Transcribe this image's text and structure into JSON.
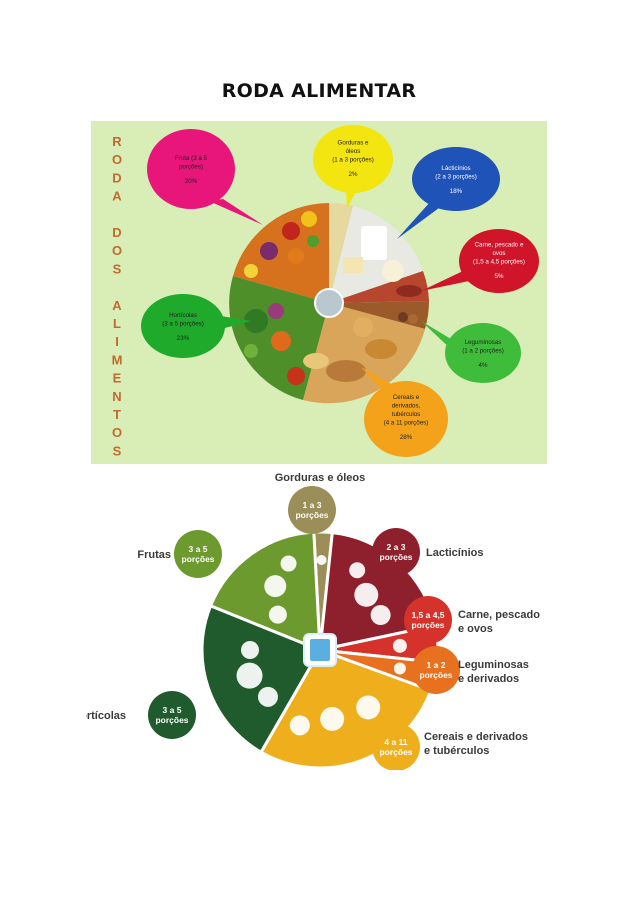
{
  "page": {
    "title": "RODA ALIMENTAR"
  },
  "figure1": {
    "vertical_letters": [
      "R",
      "O",
      "D",
      "A",
      "",
      "D",
      "O",
      "S",
      "",
      "A",
      "L",
      "I",
      "M",
      "E",
      "N",
      "T",
      "O",
      "S"
    ],
    "bubbles": [
      {
        "key": "frutas",
        "lines": [
          "Fruta (3 a 5",
          "porções)"
        ],
        "pct": "20%",
        "color": "#e8157b",
        "text": "#222"
      },
      {
        "key": "gorduras",
        "lines": [
          "Gorduras e",
          "óleos",
          "(1 a 3 porções)"
        ],
        "pct": "2%",
        "color": "#f3e50f",
        "text": "#222"
      },
      {
        "key": "lacticinios",
        "lines": [
          "Lácticínios",
          "(2 a 3 porções)"
        ],
        "pct": "18%",
        "color": "#1f53b8",
        "text": "#ffffff"
      },
      {
        "key": "carne",
        "lines": [
          "Carne, pescado e",
          "ovos",
          "(1,5 a 4,5 porções)"
        ],
        "pct": "5%",
        "color": "#d0142a",
        "text": "#ffffff"
      },
      {
        "key": "leguminosas",
        "lines": [
          "Leguminosas",
          "(1 a 2 porções)"
        ],
        "pct": "4%",
        "color": "#3fbd3a",
        "text": "#222"
      },
      {
        "key": "cereais",
        "lines": [
          "Cereais e",
          "derivados,",
          "tubérculos",
          "(4 a 11 porções)"
        ],
        "pct": "28%",
        "color": "#f3a21a",
        "text": "#222"
      },
      {
        "key": "horticolas",
        "lines": [
          "Hortícolas",
          "(3 a 5 porções)"
        ],
        "pct": "23%",
        "color": "#1faa2c",
        "text": "#222"
      }
    ]
  },
  "figure2": {
    "groups": [
      {
        "key": "gorduras",
        "name_lines": [
          "Gorduras e óleos"
        ],
        "portion_lines": [
          "1 a 3",
          "porções"
        ],
        "color": "#9c8e58"
      },
      {
        "key": "lacticinios",
        "name_lines": [
          "Lacticínios"
        ],
        "portion_lines": [
          "2 a 3",
          "porções"
        ],
        "color": "#8e1f2c"
      },
      {
        "key": "carne",
        "name_lines": [
          "Carne, pescado",
          "e ovos"
        ],
        "portion_lines": [
          "1,5 a 4,5",
          "porções"
        ],
        "color": "#d4322a"
      },
      {
        "key": "leguminosas",
        "name_lines": [
          "Leguminosas",
          "e derivados"
        ],
        "portion_lines": [
          "1 a 2",
          "porções"
        ],
        "color": "#e7711f"
      },
      {
        "key": "cereais",
        "name_lines": [
          "Cereais e derivados",
          "e tubérculos"
        ],
        "portion_lines": [
          "4 a 11",
          "porções"
        ],
        "color": "#efaf1d"
      },
      {
        "key": "horticolas",
        "name_lines": [
          "Hortícolas"
        ],
        "portion_lines": [
          "3 a 5",
          "porções"
        ],
        "color": "#1f5b2c"
      },
      {
        "key": "frutas",
        "name_lines": [
          "Frutas"
        ],
        "portion_lines": [
          "3 a 5",
          "porções"
        ],
        "color": "#6c9a2f"
      }
    ],
    "center_color": "#5aaee0"
  }
}
